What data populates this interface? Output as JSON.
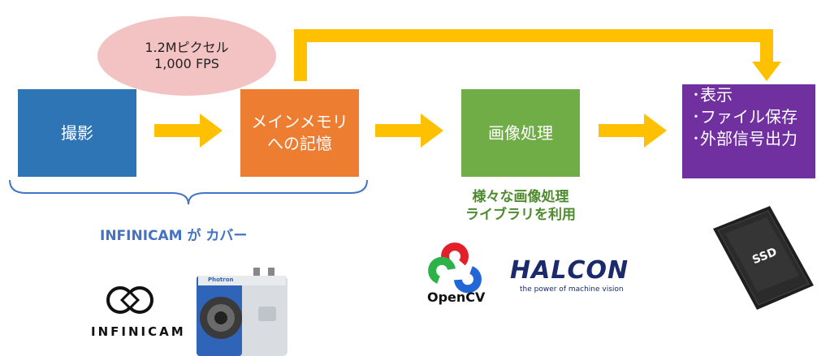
{
  "bubble": {
    "line1": "1.2Mピクセル",
    "line2": "1,000 FPS",
    "color": "#f3c3c4"
  },
  "steps": [
    {
      "label": "撮影",
      "color": "#2e75b6"
    },
    {
      "line1": "メインメモリ",
      "line2": "への記憶",
      "color": "#ed7d31"
    },
    {
      "label": "画像処理",
      "color": "#70ad47"
    },
    {
      "items": [
        "･表示",
        "･ファイル保存",
        "･外部信号出力"
      ],
      "color": "#7030a0"
    }
  ],
  "arrow_color": "#ffc000",
  "brace_color": "#4472c4",
  "captions": {
    "infinicam_cover": "INFINICAM が カバー",
    "library_line1": "様々な画像処理",
    "library_line2": "ライブラリを利用"
  },
  "logos": {
    "infinicam": "INFINICAM",
    "camera_brand": "Photron",
    "opencv": "OpenCV",
    "halcon": "HALCON",
    "halcon_tagline": "the power of machine vision",
    "ssd": "SSD"
  }
}
